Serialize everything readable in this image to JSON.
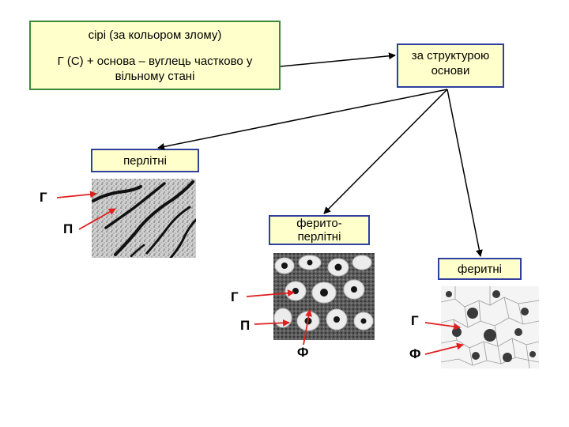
{
  "top_box": {
    "title": "сірі (за кольором злому)",
    "text": "Г (С) + основа – вуглець частково у вільному стані"
  },
  "structure_box": {
    "text": "за структурою основи"
  },
  "types": {
    "pearlitic": "перлітні",
    "ferrite_pearlitic": "ферито-перлітні",
    "ferritic": "феритні"
  },
  "labels": {
    "pearlitic": {
      "graphite": "Г",
      "pearlite": "П"
    },
    "ferrite_pearlitic": {
      "graphite": "Г",
      "pearlite": "П",
      "ferrite": "Ф"
    },
    "ferritic": {
      "graphite": "Г",
      "ferrite": "Ф"
    }
  },
  "colors": {
    "box_fill": "#ffffcc",
    "box_border_green": "#3a8a3a",
    "box_border_blue": "#2e3f9e",
    "arrow_black": "#000000",
    "arrow_red": "#e02020"
  }
}
